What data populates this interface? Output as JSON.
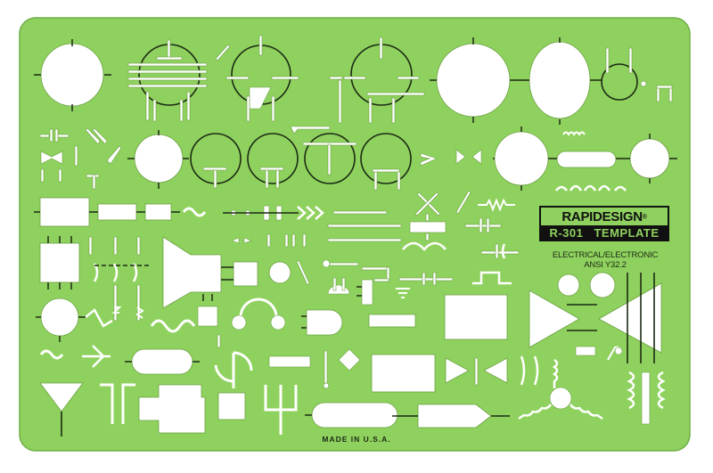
{
  "template": {
    "brand": "RAPIDESIGN",
    "registered_mark": "®",
    "model": "R-301 TEMPLATE",
    "subtitle_line1": "ELECTRICAL/ELECTRONIC",
    "subtitle_line2": "ANSI Y32.2",
    "made_in": "MADE IN U.S.A."
  },
  "colors": {
    "plastic_green": "#8fd15e",
    "plastic_edge": "#6fae45",
    "cutout": "#ffffff",
    "ink": "#1c2a14"
  },
  "symbols": [
    "large-circle",
    "pentode-tube",
    "triode-tube",
    "tetrode-tube",
    "large-circle-2",
    "oval-cutout",
    "crt-symbol",
    "capacitor-small",
    "led-arrows",
    "circle-medium",
    "transistor-circles",
    "rounded-slot",
    "small-circle",
    "resistor-rectangles",
    "wave-symbol",
    "arrow-row",
    "crystal-rectangle",
    "zigzag-resistor",
    "square-ic",
    "switch-contacts",
    "speaker-cone",
    "battery-symbols",
    "square-wave",
    "circle-motor",
    "headphones",
    "rounded-d-shape",
    "rectangle-block",
    "triangle-amplifiers",
    "ac-wave",
    "antenna-arrow",
    "pill-slot",
    "diamond",
    "diode-pair",
    "transformer-coils",
    "antenna-triangle",
    "plug-shape",
    "square-small",
    "trident",
    "capsule-bottom",
    "arrow-pentagon",
    "three-phase-motor"
  ]
}
